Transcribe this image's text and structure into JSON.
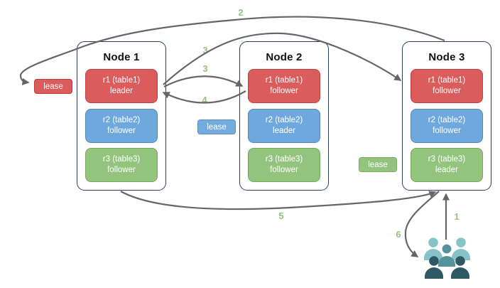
{
  "diagram": {
    "nodes": [
      {
        "title": "Node 1",
        "replicas": [
          {
            "range": "r1 (table1)",
            "role": "leader",
            "color": "red"
          },
          {
            "range": "r2 (table2)",
            "role": "follower",
            "color": "blue"
          },
          {
            "range": "r3 (table3)",
            "role": "follower",
            "color": "green"
          }
        ]
      },
      {
        "title": "Node 2",
        "replicas": [
          {
            "range": "r1 (table1)",
            "role": "follower",
            "color": "red"
          },
          {
            "range": "r2 (table2)",
            "role": "leader",
            "color": "blue"
          },
          {
            "range": "r3 (table3)",
            "role": "follower",
            "color": "green"
          }
        ]
      },
      {
        "title": "Node 3",
        "replicas": [
          {
            "range": "r1 (table1)",
            "role": "follower",
            "color": "red"
          },
          {
            "range": "r2 (table2)",
            "role": "follower",
            "color": "blue"
          },
          {
            "range": "r3 (table3)",
            "role": "leader",
            "color": "green"
          }
        ]
      }
    ],
    "leases": [
      {
        "label": "lease",
        "color": "red"
      },
      {
        "label": "lease",
        "color": "blue"
      },
      {
        "label": "lease",
        "color": "green"
      }
    ],
    "steps": {
      "s1": "1",
      "s2": "2",
      "s3a": "3",
      "s3b": "3",
      "s4": "4",
      "s5": "5",
      "s6": "6"
    },
    "colors": {
      "red_fill": "#db5c5c",
      "red_stroke": "#c2413c",
      "blue_fill": "#6fa8dc",
      "blue_stroke": "#5587bf",
      "green_fill": "#93c47d",
      "green_stroke": "#77a95c",
      "node_border": "#2b3f63",
      "arrow": "#666666",
      "step_label": "#93c47d",
      "users_back": "#85c3c6",
      "users_middle": "#55929c",
      "users_front": "#2e5863"
    },
    "icons": {
      "users": "users-group-icon"
    }
  }
}
